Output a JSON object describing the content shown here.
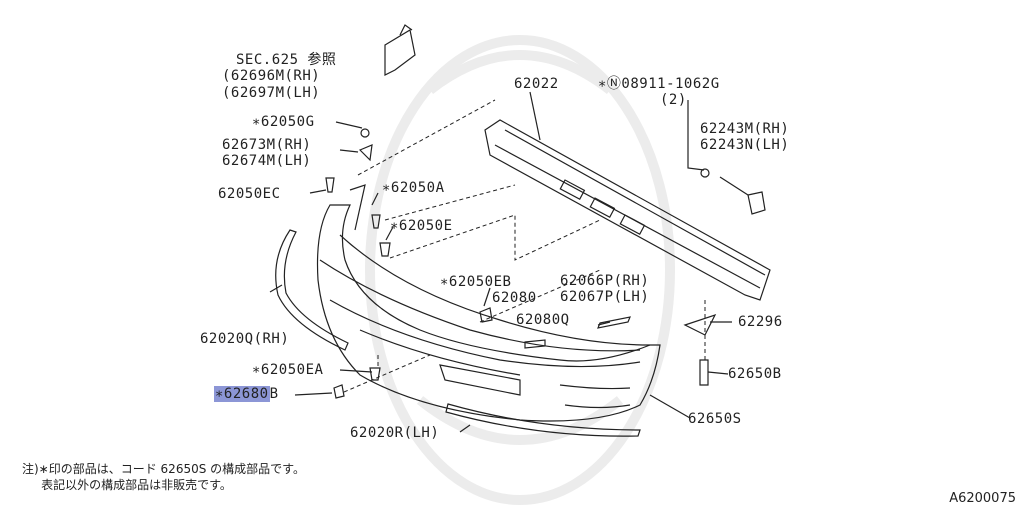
{
  "labels": {
    "sec625_ref": "SEC.625 参照",
    "p62696m": "(62696M(RH)",
    "p62697m": "(62697M(LH)",
    "p62050g": "∗62050G",
    "p62673m": "62673M(RH)",
    "p62674m": "62674M(LH)",
    "p62050ec": "62050EC",
    "p62050a": "∗62050A",
    "p62050e": "∗62050E",
    "p62050eb": "∗62050EB",
    "p62080": "62080",
    "p62080q": "62080Q",
    "p62020q": "62020Q(RH)",
    "p62050ea": "∗62050EA",
    "p62680b_hl": "∗62680",
    "p62680b_tail": "B",
    "p62020r": "62020R(LH)",
    "p62022": "62022",
    "p08911": "∗Ⓝ08911-1062G",
    "p08911_qty": "(2)",
    "p62243m": "62243M(RH)",
    "p62243n": "62243N(LH)",
    "p62066p": "62066P(RH)",
    "p62067p": "62067P(LH)",
    "p62296": "62296",
    "p62650b": "62650B",
    "p62650s": "62650S"
  },
  "notes": {
    "line1": "注)∗印の部品は、コード 62650S の構成部品です。",
    "line2": "     表記以外の構成部品は非販売です。"
  },
  "diagram_code": "A6200075",
  "colors": {
    "highlight": "#8c96d6",
    "ink": "#222222",
    "watermark": "#ececec"
  }
}
